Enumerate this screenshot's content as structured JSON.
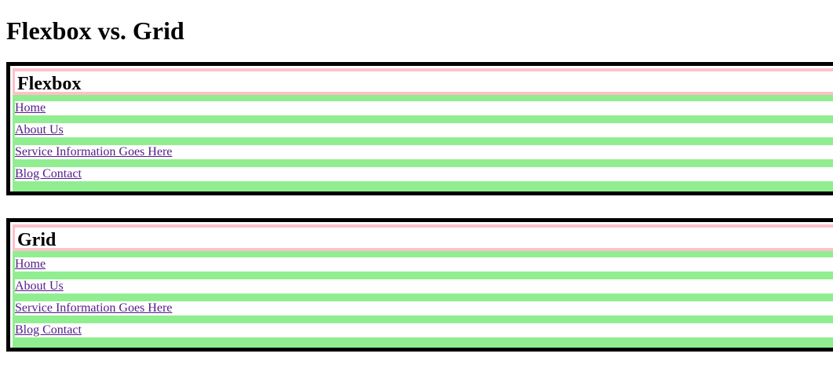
{
  "page": {
    "title": "Flexbox vs. Grid"
  },
  "colors": {
    "border": "#000000",
    "header_outline": "#ffc0cb",
    "nav_background": "#90ee90",
    "row_background": "#ffffff",
    "link_visited": "#551a8b"
  },
  "sections": [
    {
      "title": "Flexbox",
      "links": [
        "Home",
        "About Us",
        "Service Information Goes Here",
        "Blog Contact"
      ]
    },
    {
      "title": "Grid",
      "links": [
        "Home",
        "About Us",
        "Service Information Goes Here",
        "Blog Contact"
      ]
    }
  ]
}
